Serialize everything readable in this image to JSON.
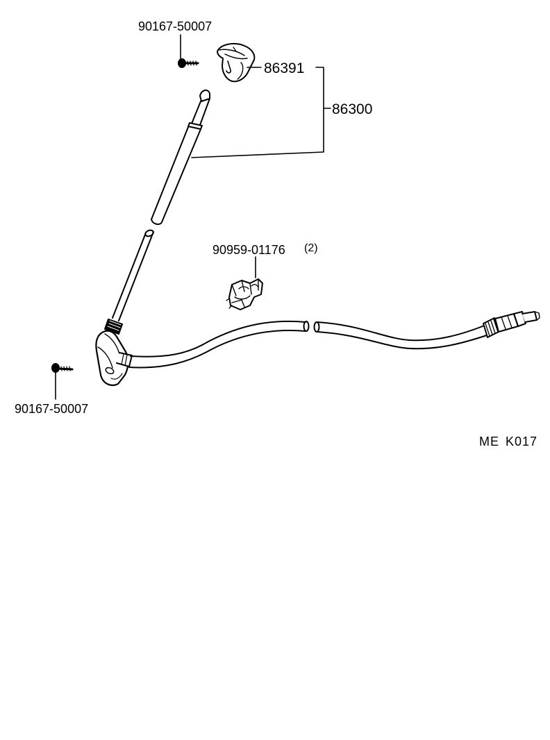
{
  "labels": {
    "screw_top": "90167-50007",
    "cap": "86391",
    "assembly": "86300",
    "clamp": "90959-01176",
    "clamp_qty": "(2)",
    "screw_bottom": "90167-50007",
    "code_prefix": "ME",
    "code_number": "K017"
  }
}
